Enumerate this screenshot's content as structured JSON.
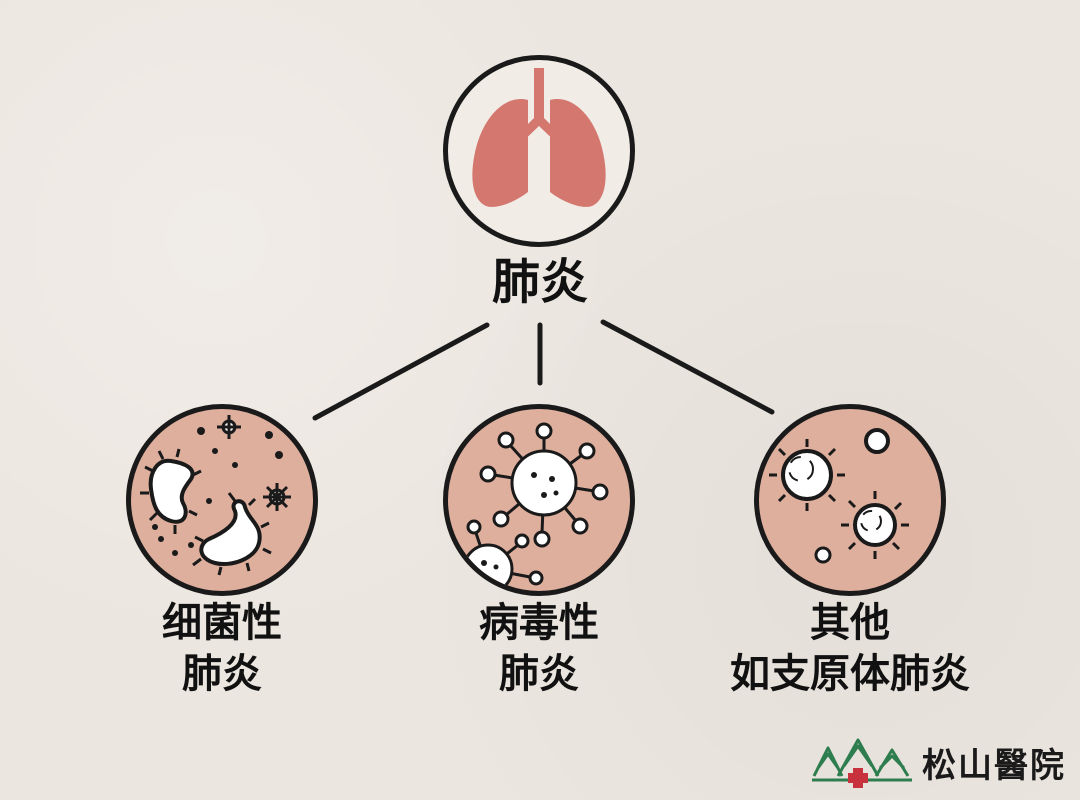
{
  "root": {
    "label": "肺炎"
  },
  "branches": [
    {
      "line1": "细菌性",
      "line2": "肺炎",
      "icon": "bacteria-icon"
    },
    {
      "line1": "病毒性",
      "line2": "肺炎",
      "icon": "virus-icon"
    },
    {
      "line1": "其他",
      "line2": "如支原体肺炎",
      "icon": "mycoplasma-icon"
    }
  ],
  "logo": {
    "text": "松山醫院",
    "icon": "pine-trees-cross-icon"
  },
  "colors": {
    "background": "#ece6e0",
    "circle_fill": "#f1ece6",
    "lungs": "#d4776f",
    "micro_fill": "#dfaf9e",
    "outline": "#1a1a1a",
    "logo_green": "#2e7d4f",
    "logo_red": "#c8323c"
  }
}
